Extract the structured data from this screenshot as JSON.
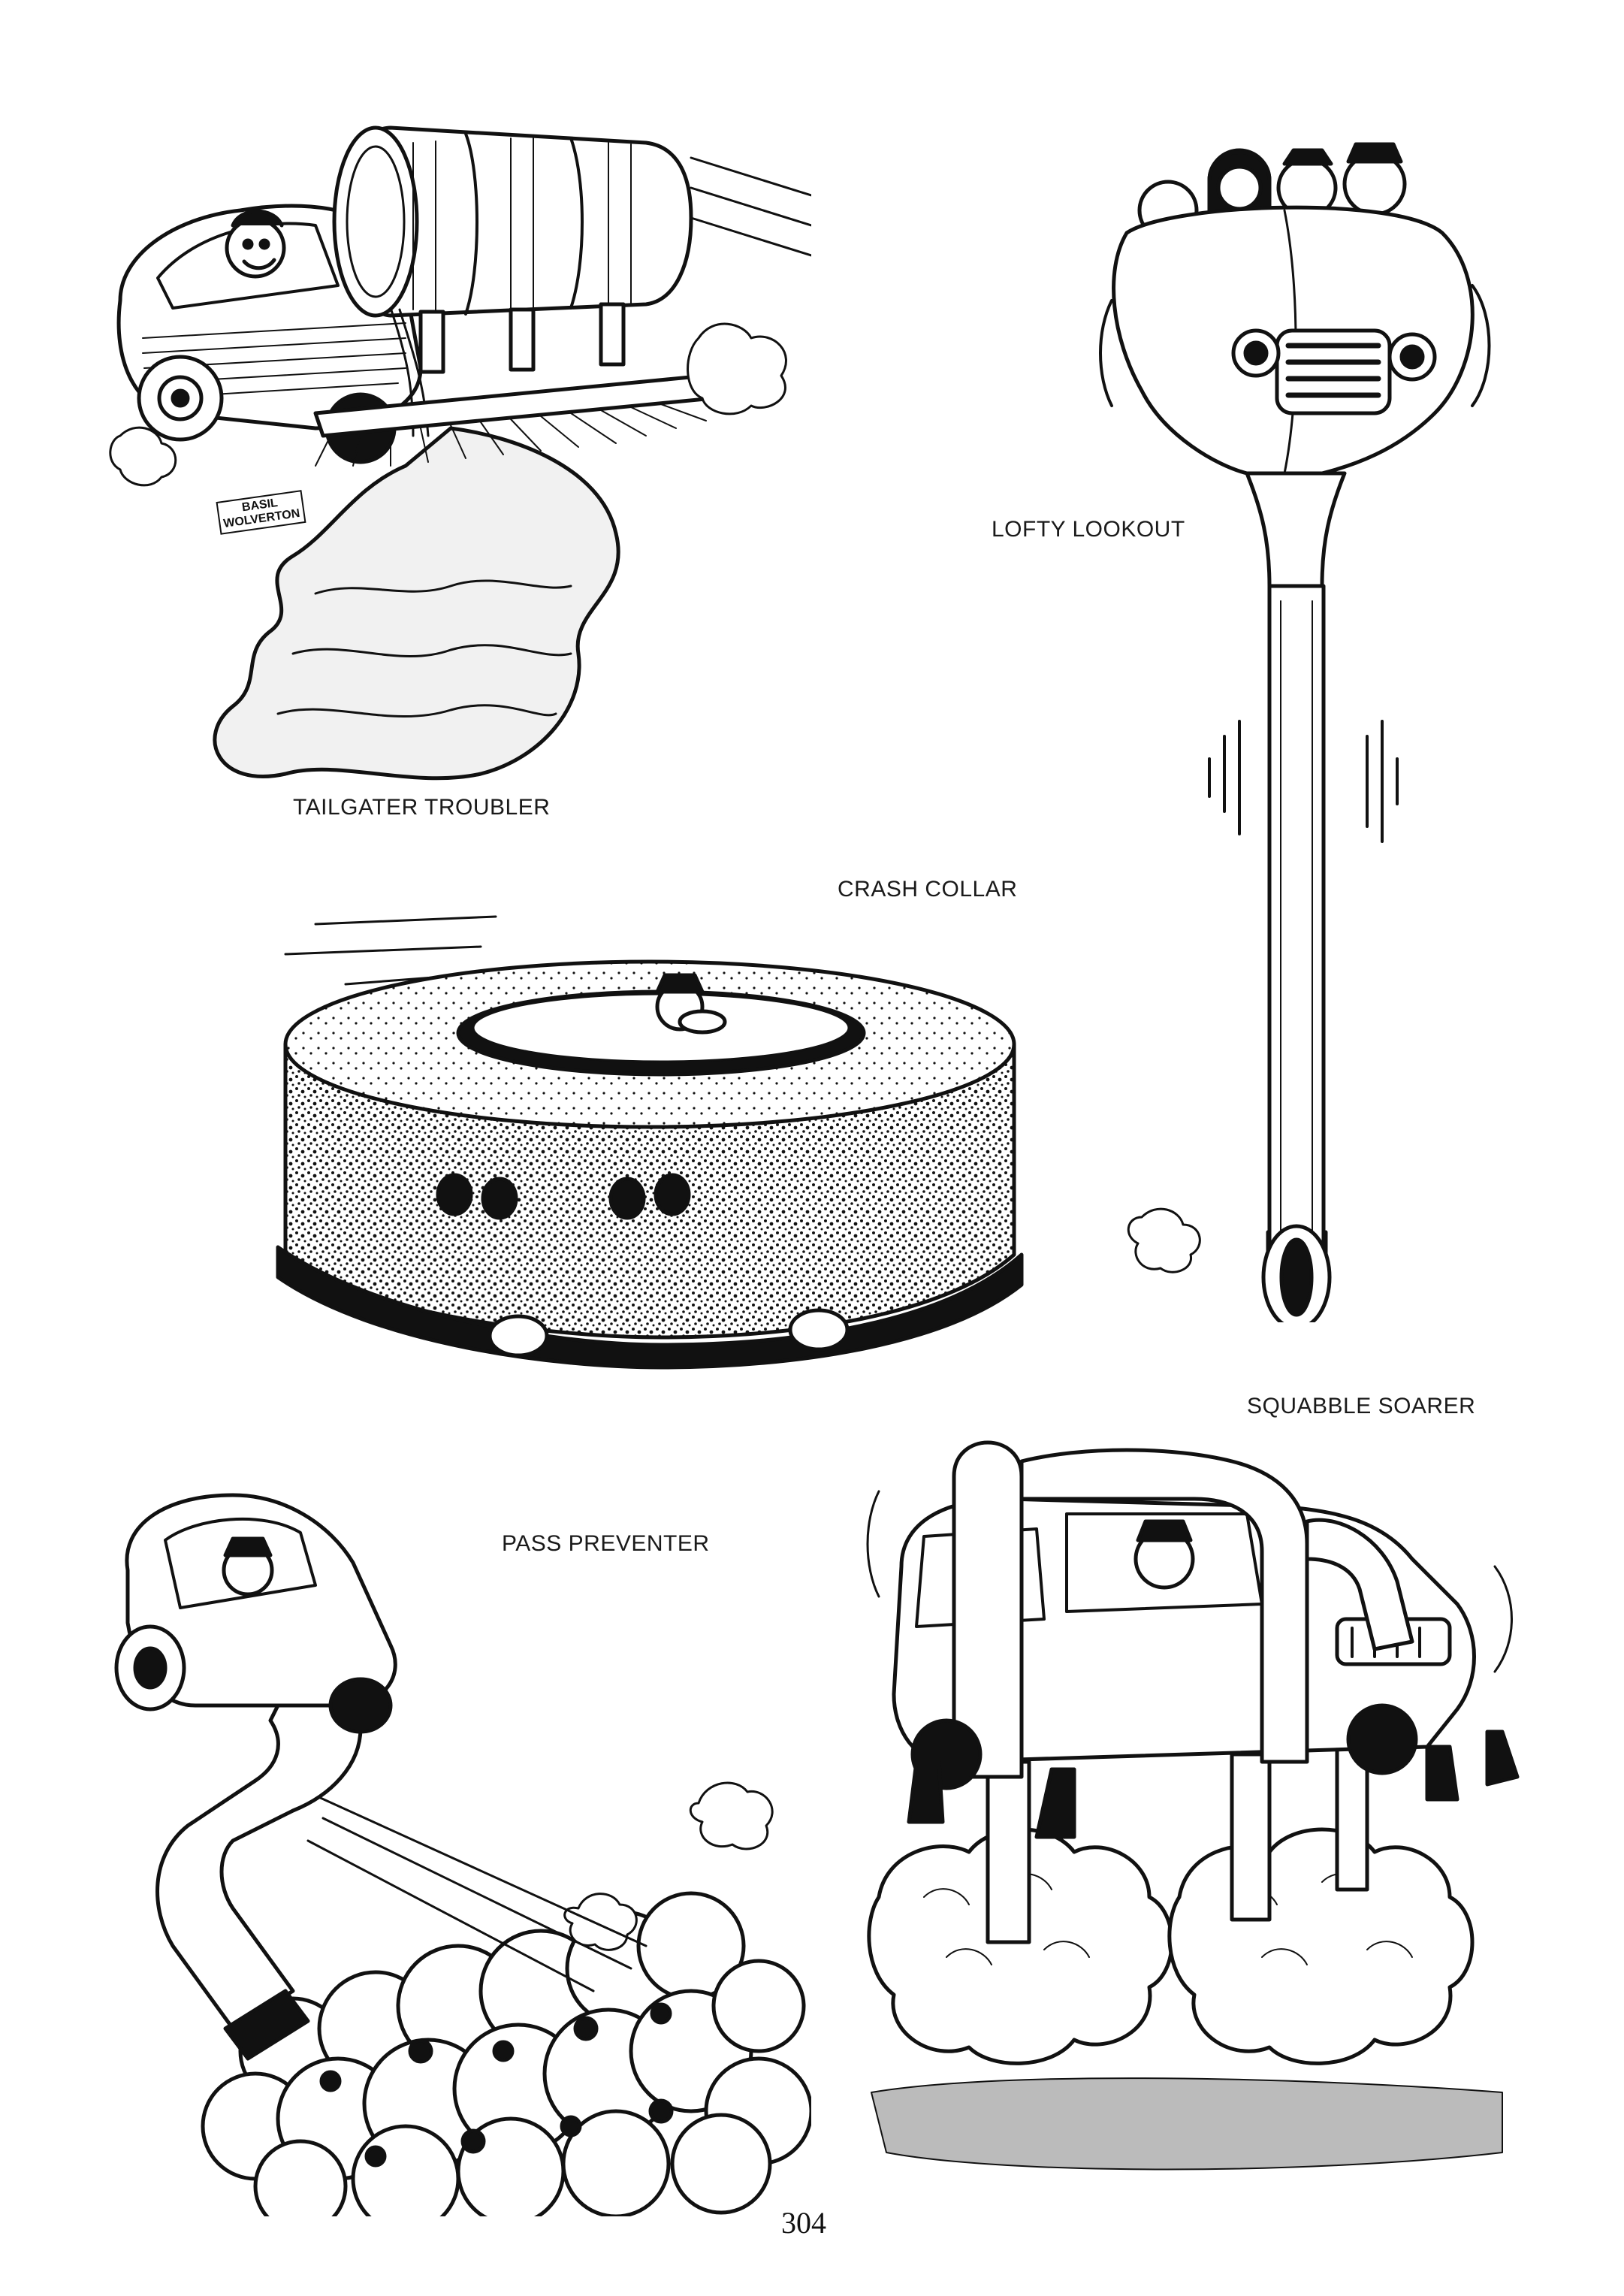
{
  "page": {
    "number": "304",
    "ink": "#111111",
    "paper": "#ffffff"
  },
  "illustrations": [
    {
      "id": "tailgater-troubler",
      "caption": "TAILGATER TROUBLER"
    },
    {
      "id": "lofty-lookout",
      "caption": "LOFTY LOOKOUT"
    },
    {
      "id": "crash-collar",
      "caption": "CRASH COLLAR"
    },
    {
      "id": "squabble-soarer",
      "caption": "SQUABBLE SOARER"
    },
    {
      "id": "pass-preventer",
      "caption": "PASS PREVENTER"
    }
  ],
  "signature": {
    "line1": "BASIL",
    "line2": "WOLVERTON"
  }
}
